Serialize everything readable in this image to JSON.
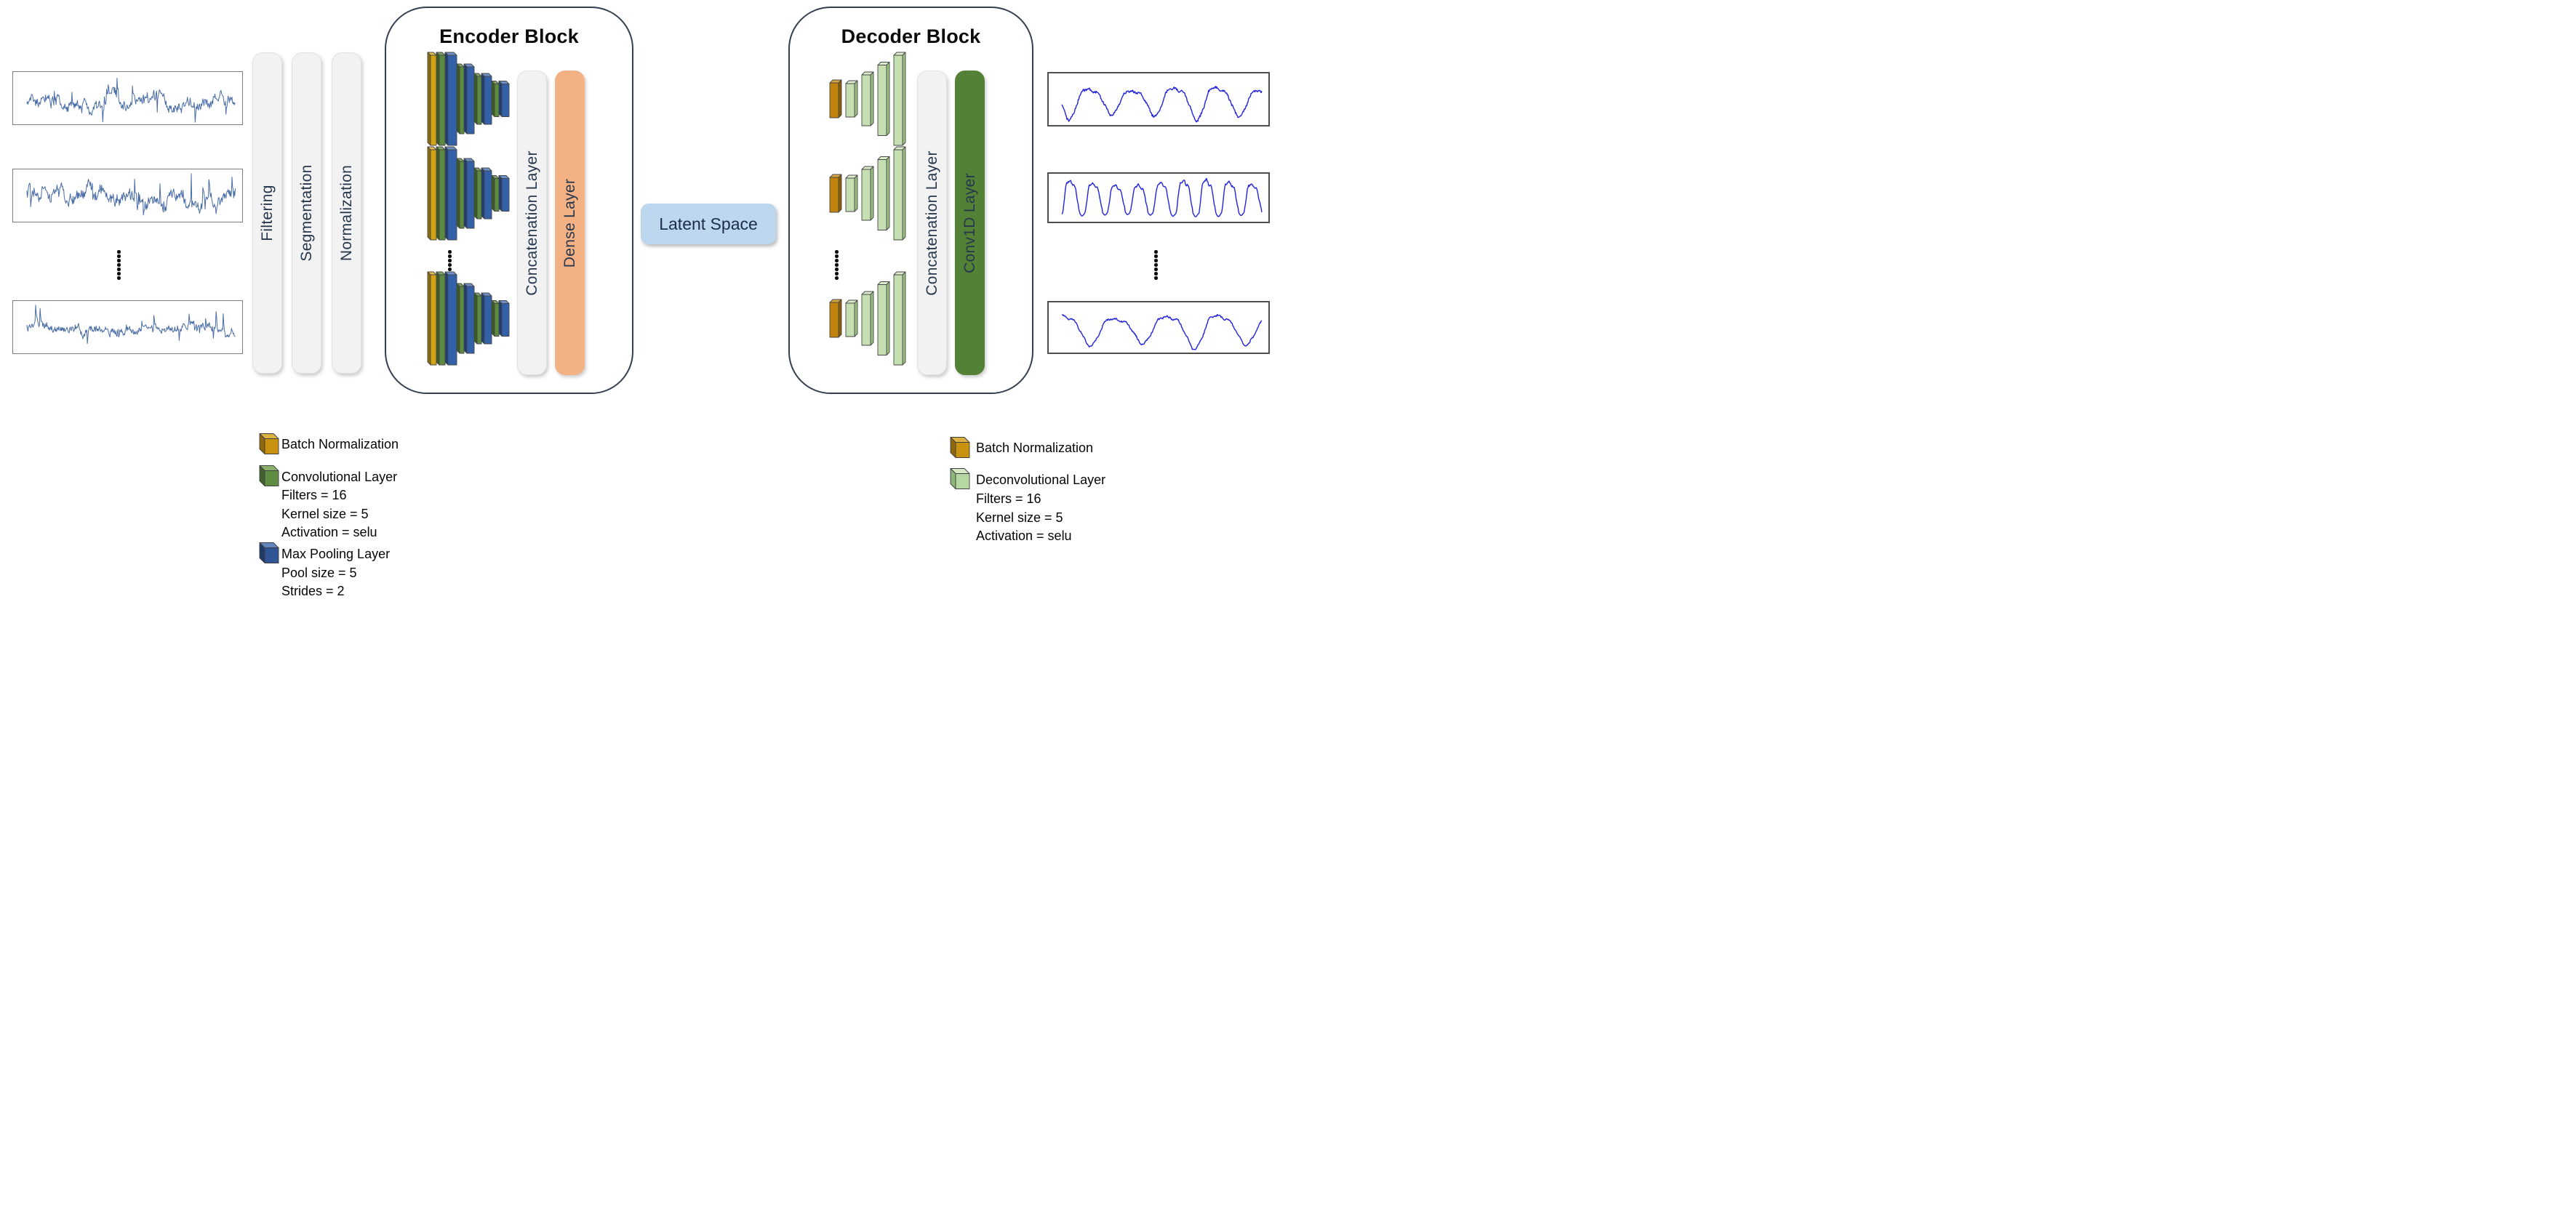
{
  "pipeline": {
    "preprocessing_steps": [
      "Filtering",
      "Segmentation",
      "Normalization"
    ],
    "encoder": {
      "title": "Encoder Block",
      "concat_label": "Concatenation Layer",
      "dense_label": "Dense Layer"
    },
    "latent": {
      "label": "Latent Space"
    },
    "decoder": {
      "title": "Decoder Block",
      "concat_label": "Concatenation Layer",
      "conv1d_label": "Conv1D Layer"
    }
  },
  "legend_left": {
    "items": [
      {
        "icon": "gold-cube",
        "label": "Batch Normalization",
        "details": []
      },
      {
        "icon": "green-cube",
        "label": "Convolutional Layer",
        "details": [
          "Filters = 16",
          "Kernel size = 5",
          "Activation = selu"
        ]
      },
      {
        "icon": "blue-cube",
        "label": "Max Pooling Layer",
        "details": [
          "Pool size = 5",
          "Strides = 2"
        ]
      }
    ]
  },
  "legend_right": {
    "items": [
      {
        "icon": "gold-cube",
        "label": "Batch Normalization",
        "details": []
      },
      {
        "icon": "light-green-cube",
        "label": "Deconvolutional Layer",
        "details": [
          "Filters = 16",
          "Kernel size = 5",
          "Activation = selu"
        ]
      }
    ]
  },
  "architecture": {
    "encoder_groups": 3,
    "encoder_group_steps": [
      [
        "batch_norm",
        "conv",
        "max_pool"
      ],
      [
        "conv",
        "max_pool"
      ],
      [
        "conv",
        "max_pool"
      ],
      [
        "conv",
        "max_pool"
      ]
    ],
    "decoder_groups": 3,
    "decoder_group_slabs": [
      "batch_norm",
      "deconv",
      "deconv",
      "deconv",
      "deconv"
    ]
  },
  "signals": {
    "left": [
      {
        "name": "noisy-input-1",
        "kind": "noisy",
        "seed": 11
      },
      {
        "name": "noisy-input-2",
        "kind": "noisy",
        "seed": 23
      },
      {
        "name": "noisy-input-3",
        "kind": "noisy",
        "seed": 37
      }
    ],
    "right": [
      {
        "name": "clean-output-1",
        "kind": "clean",
        "seed": 5,
        "cycles": 4.7,
        "noise": 0.09,
        "clip": -2
      },
      {
        "name": "clean-output-2",
        "kind": "clean",
        "seed": 9,
        "cycles": 8.8,
        "noise": 0.05,
        "clip": -0.72
      },
      {
        "name": "clean-output-3",
        "kind": "clean",
        "seed": 14,
        "cycles": 3.85,
        "noise": 0.06,
        "clip": -2
      }
    ]
  },
  "colors": {
    "signal_left": "#4a6da7",
    "signal_right": "#2323dd",
    "bar_fill": "#f2f2f2",
    "dense_fill": "#f4b183",
    "conv1d_fill": "#538135",
    "latent_fill": "#bdd7ee",
    "block_border": "#333f50",
    "slab_outline": "#474747",
    "enc_gold": [
      "#d2a315",
      "#e3c14f",
      "#8e6e0c"
    ],
    "enc_green": [
      "#5b8a40",
      "#7fa563",
      "#3b5a27"
    ],
    "enc_blue": [
      "#3361a9",
      "#6d92c9",
      "#1f3f70"
    ],
    "dec_gold": [
      "#c2830d",
      "#d8a844",
      "#8a5c09"
    ],
    "dec_green": [
      "#c5dfb2",
      "#ddeecf",
      "#97c081"
    ],
    "cube_gold": [
      "#c8920e",
      "#dcb041",
      "#8f680b"
    ],
    "cube_conv": [
      "#5e8c42",
      "#8bb06b",
      "#40622c"
    ],
    "cube_pool": [
      "#2f5597",
      "#6287bf",
      "#1e3a69"
    ],
    "cube_deconv": [
      "#b5d8a2",
      "#d6e9c6",
      "#8cb677"
    ]
  }
}
